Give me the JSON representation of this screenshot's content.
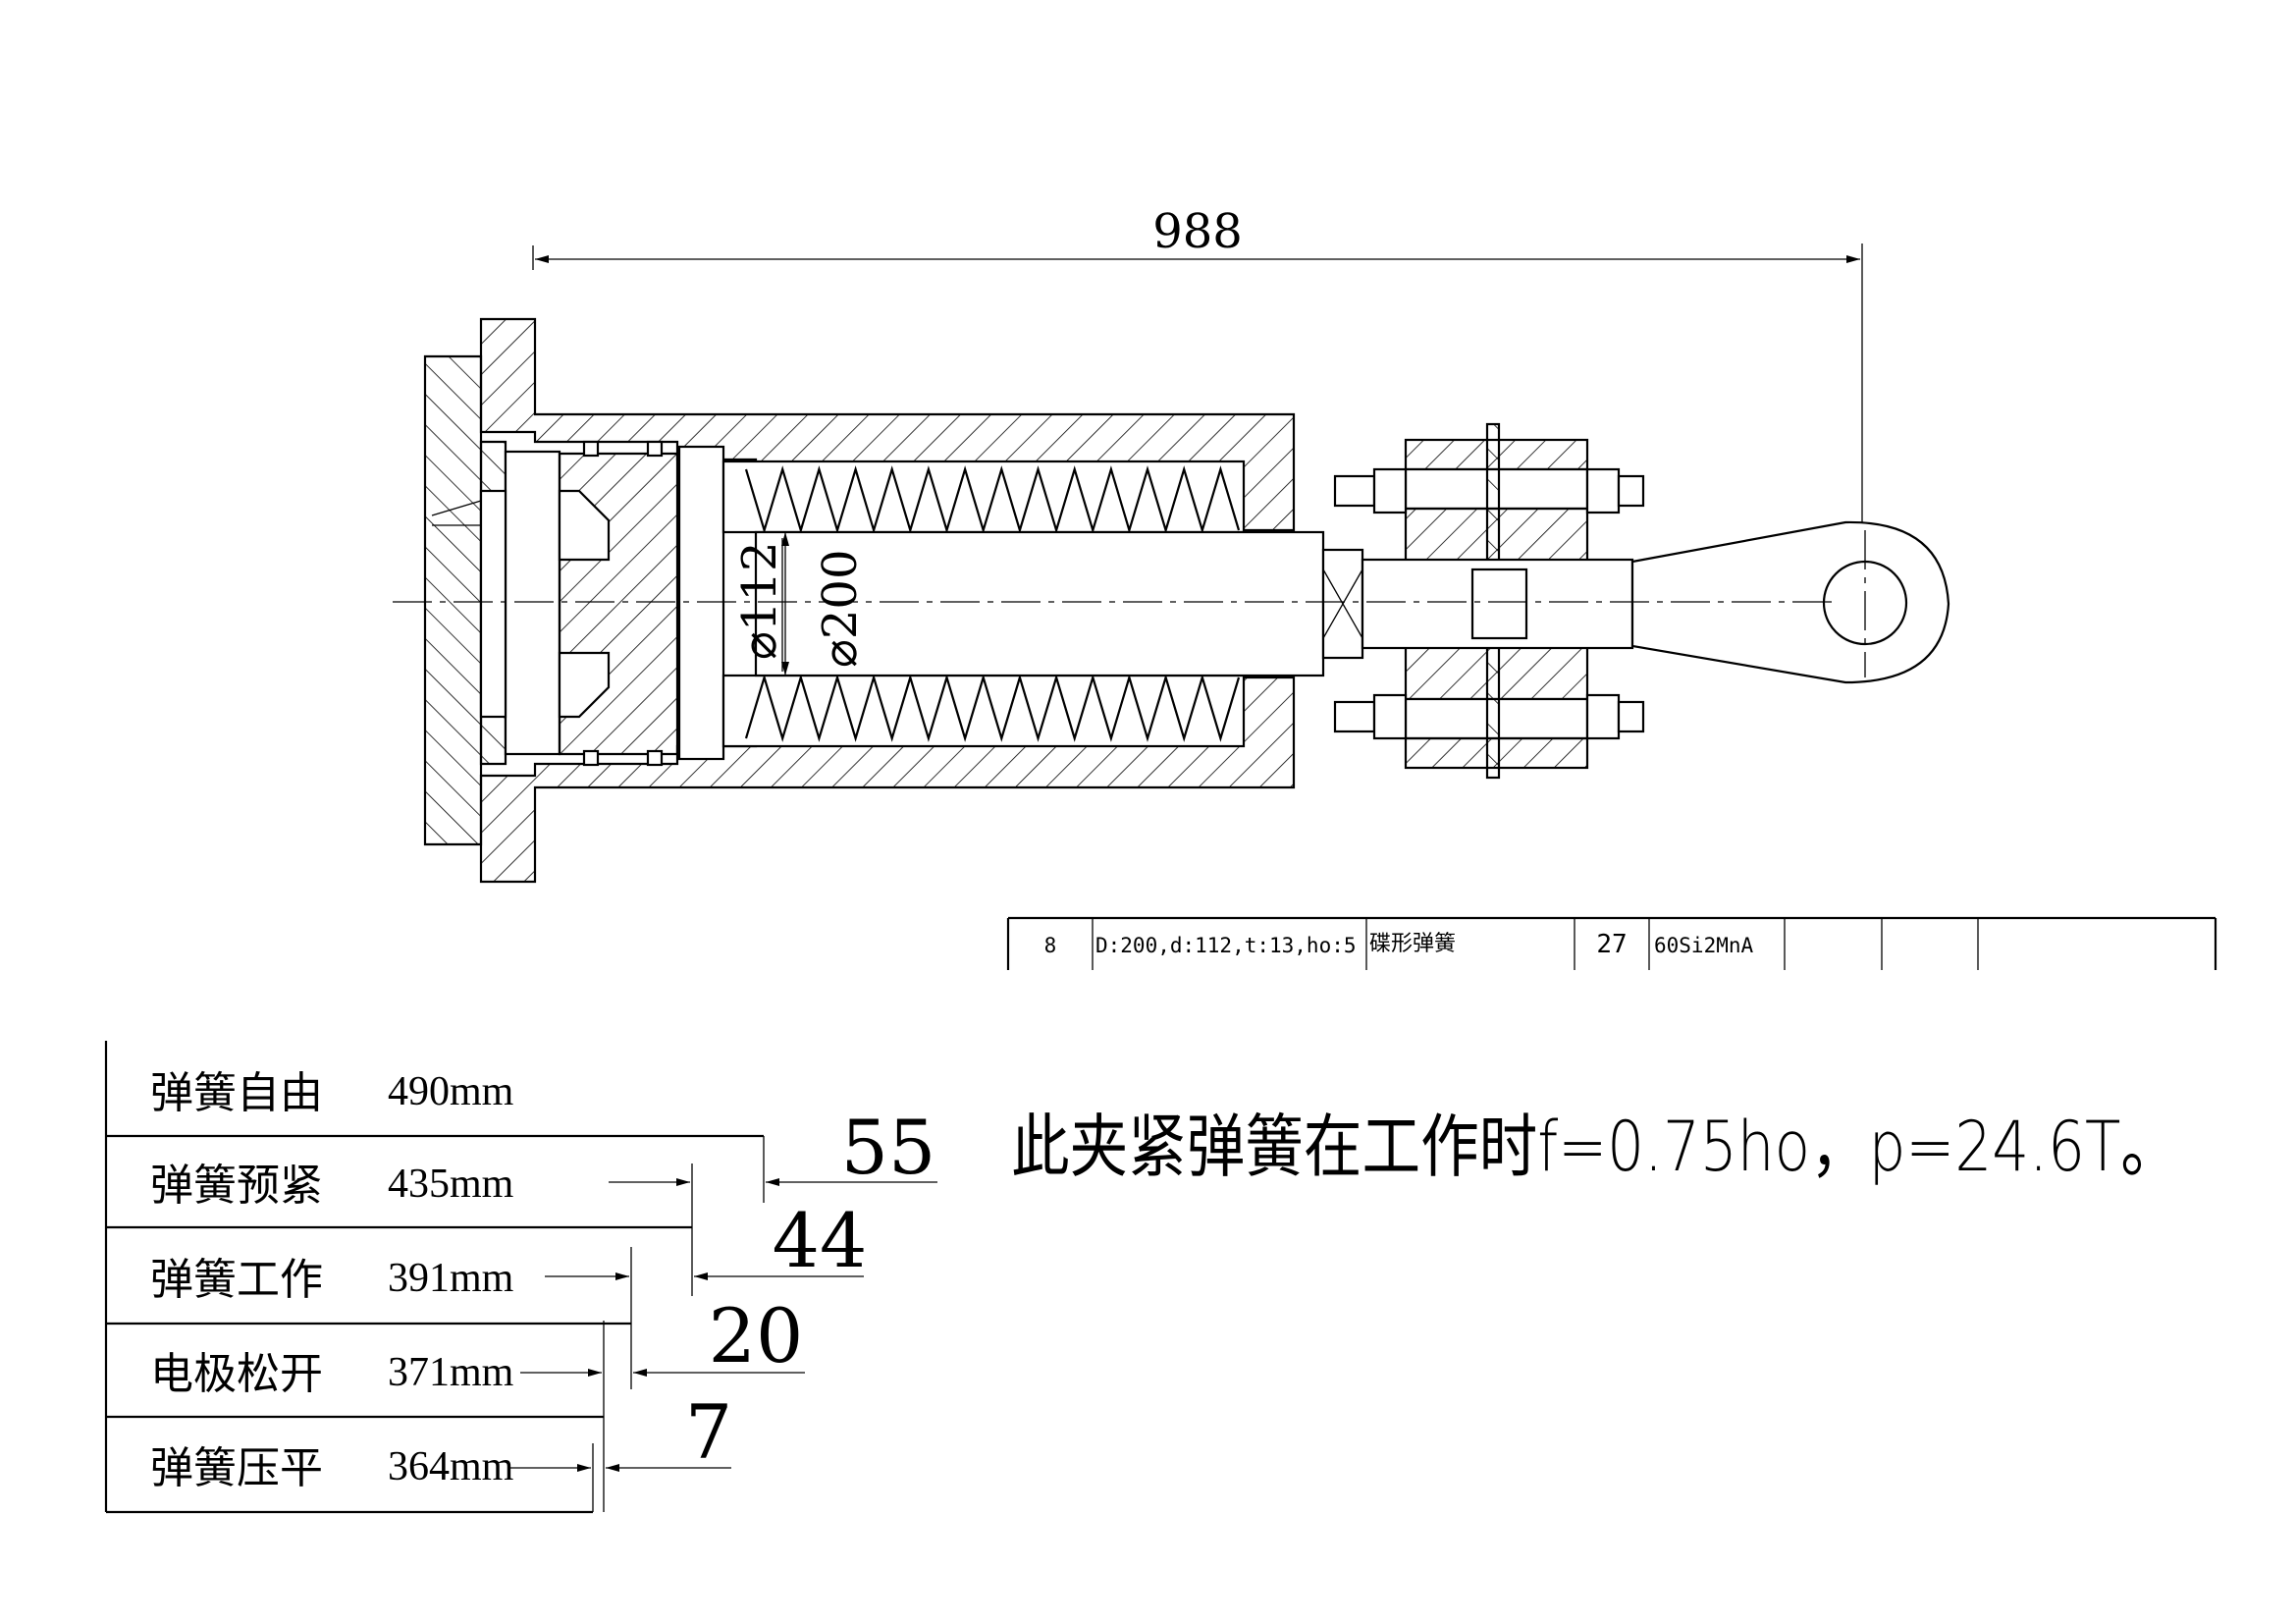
{
  "overall_dimension": "988",
  "diameter_labels": {
    "inner": "⌀112",
    "outer": "⌀200"
  },
  "bom": {
    "item_no": "8",
    "spec": "D:200,d:112,t:13,ho:5",
    "name": "碟形弹簧",
    "quantity": "27",
    "material": "60Si2MnA"
  },
  "spring_states": [
    {
      "label": "弹簧自由",
      "value": "490mm"
    },
    {
      "label": "弹簧预紧",
      "value": "435mm"
    },
    {
      "label": "弹簧工作",
      "value": "391mm"
    },
    {
      "label": "电极松开",
      "value": "371mm"
    },
    {
      "label": "弹簧压平",
      "value": "364mm"
    }
  ],
  "differences": [
    "55",
    "44",
    "20",
    "7"
  ],
  "note": "此夹紧弹簧在工作时f=0.75ho，p=24.6T。"
}
